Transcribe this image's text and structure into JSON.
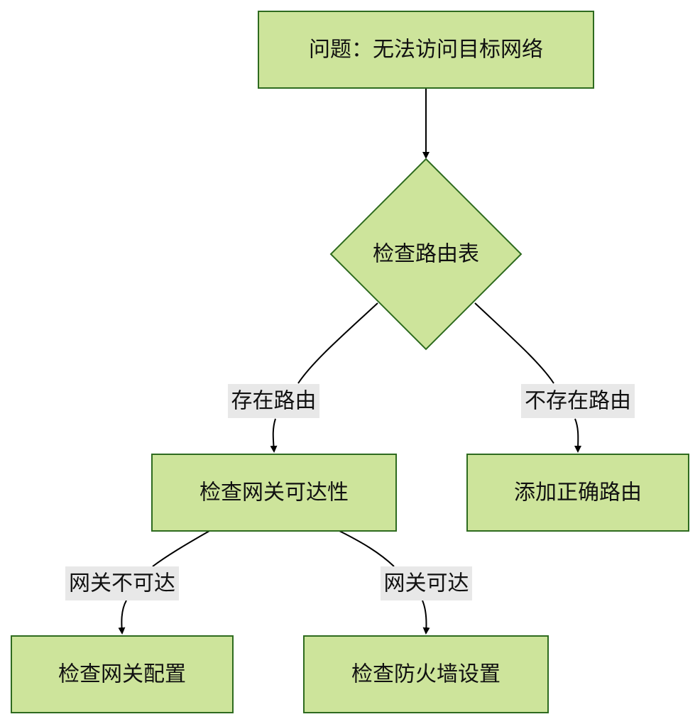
{
  "nodes": {
    "problem": "问题：无法访问目标网络",
    "check_route_table": "检查路由表",
    "check_gateway_reachability": "检查网关可达性",
    "add_correct_route": "添加正确路由",
    "check_gateway_config": "检查网关配置",
    "check_firewall_settings": "检查防火墙设置"
  },
  "edges": {
    "route_exists": "存在路由",
    "route_not_exists": "不存在路由",
    "gateway_unreachable": "网关不可达",
    "gateway_reachable": "网关可达"
  },
  "colors": {
    "node_fill": "#cde49b",
    "node_stroke": "#2e6b1f",
    "label_bg": "#e8e8e8",
    "edge": "#000000"
  }
}
